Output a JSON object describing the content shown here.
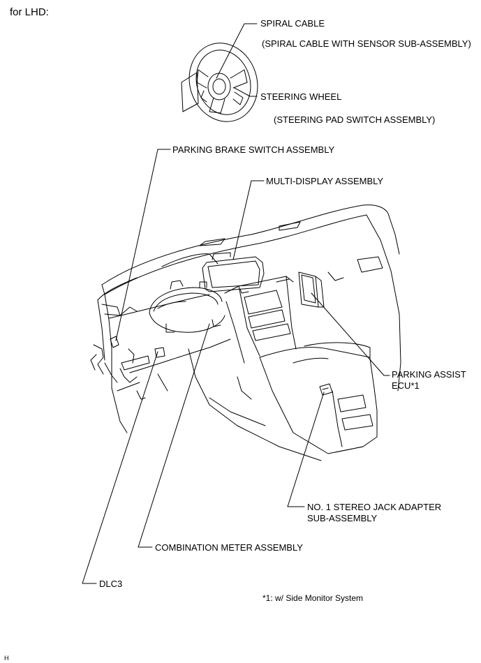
{
  "header": {
    "variant": "for LHD:"
  },
  "labels": {
    "spiral_cable": "SPIRAL CABLE",
    "spiral_cable_sub": "(SPIRAL CABLE WITH SENSOR SUB-ASSEMBLY)",
    "steering_wheel": "STEERING WHEEL",
    "steering_wheel_sub": "(STEERING PAD SWITCH ASSEMBLY)",
    "parking_brake_switch": "PARKING BRAKE SWITCH ASSEMBLY",
    "multi_display": "MULTI-DISPLAY ASSEMBLY",
    "parking_assist_line1": "PARKING ASSIST",
    "parking_assist_line2": "ECU*1",
    "stereo_jack_line1": "NO. 1 STEREO JACK ADAPTER",
    "stereo_jack_line2": "SUB-ASSEMBLY",
    "combination_meter": "COMBINATION METER ASSEMBLY",
    "dlc3": "DLC3"
  },
  "footnote": "*1: w/ Side Monitor System",
  "corner_mark": "H"
}
